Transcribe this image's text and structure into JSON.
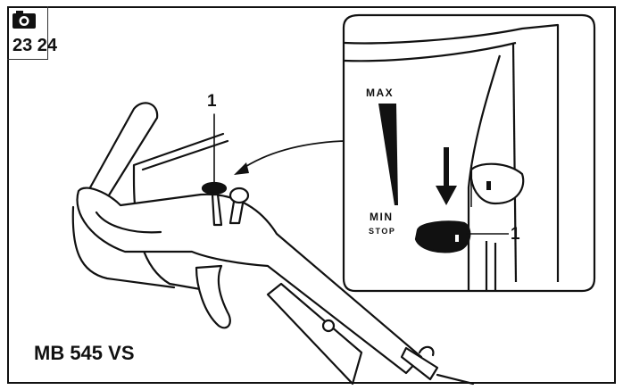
{
  "header": {
    "camera_icon": "camera-icon",
    "page_refs": "23 24"
  },
  "labels": {
    "model": "MB 545 VS",
    "callout_main": "1",
    "callout_detail": "1",
    "max": "MAX",
    "min": "MIN",
    "stop": "STOP"
  },
  "colors": {
    "ink": "#111111",
    "paper": "#ffffff"
  }
}
